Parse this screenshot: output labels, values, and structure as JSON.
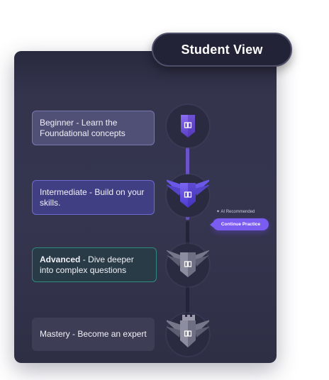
{
  "header": {
    "badge_label": "Student View"
  },
  "levels": [
    {
      "title": "Beginner",
      "description": " - Learn the Foundational concepts",
      "status": "completed",
      "accent": "#6b54c9",
      "icon": "book-icon"
    },
    {
      "title": "Intermediate",
      "description": " - Build on your skills.",
      "status": "current",
      "accent": "#5b4ad8",
      "icon": "book-icon"
    },
    {
      "title": "Advanced",
      "description": "  - Dive deeper into complex questions",
      "status": "locked",
      "accent": "#2f8a80",
      "icon": "book-icon"
    },
    {
      "title": "Mastery",
      "description": " - Become an expert",
      "status": "locked",
      "accent": "#55556e",
      "icon": "book-icon"
    }
  ],
  "recommendation": {
    "label": "AI Recommended",
    "icon": "sparkle-icon",
    "button_label": "Continue Practice"
  }
}
